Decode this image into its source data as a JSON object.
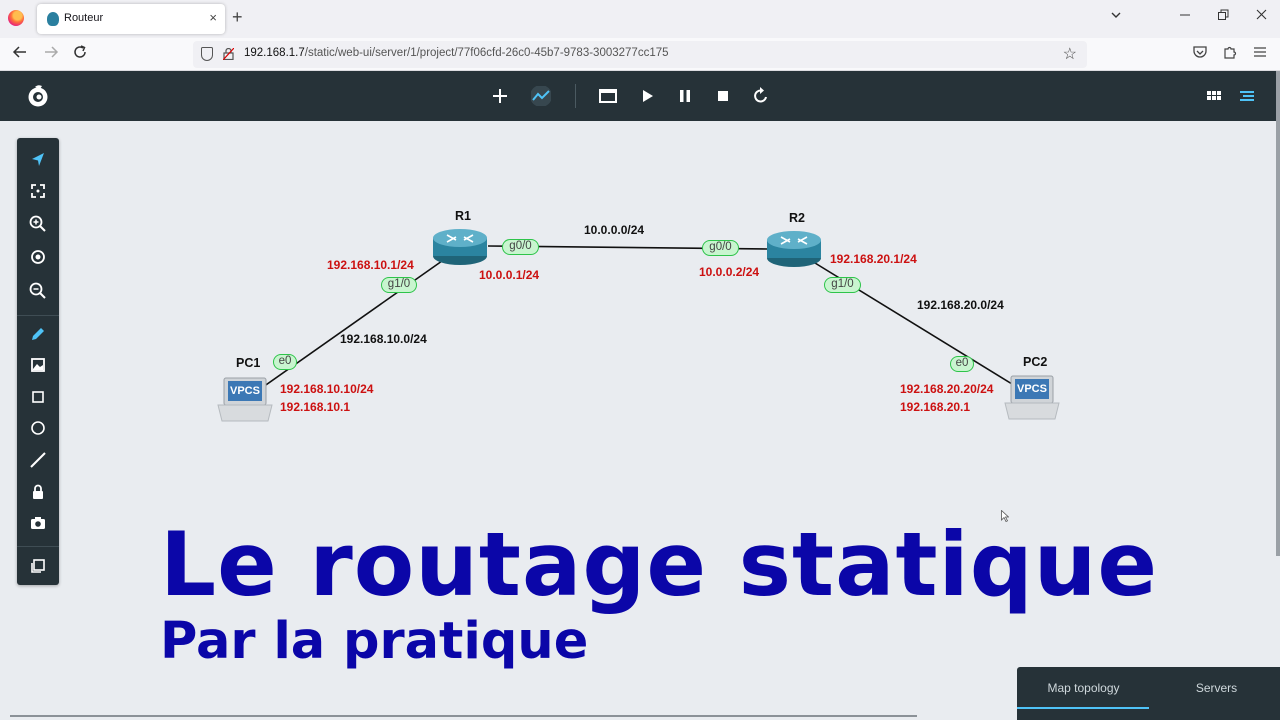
{
  "browser": {
    "tab_title": "Routeur",
    "tab_close": "×",
    "new_tab": "+",
    "url_host": "192.168.1.7",
    "url_path": "/static/web-ui/server/1/project/77f06cfd-26c0-45b7-9783-3003277cc175"
  },
  "topology": {
    "nodes": {
      "r1": "R1",
      "r2": "R2",
      "pc1": "PC1",
      "pc2": "PC2",
      "vpcs": "VPCS"
    },
    "interfaces": {
      "r1_g00": "g0/0",
      "r1_g10": "g1/0",
      "r2_g00": "g0/0",
      "r2_g10": "g1/0",
      "pc1_e0": "e0",
      "pc2_e0": "e0"
    },
    "addresses": {
      "r1_lan": "192.168.10.1/24",
      "r1_wan": "10.0.0.1/24",
      "r2_wan": "10.0.0.2/24",
      "r2_lan": "192.168.20.1/24",
      "pc1_ip": "192.168.10.10/24",
      "pc1_gw": "192.168.10.1",
      "pc2_ip": "192.168.20.20/24",
      "pc2_gw": "192.168.20.1"
    },
    "networks": {
      "wan": "10.0.0.0/24",
      "lan1": "192.168.10.0/24",
      "lan2": "192.168.20.0/24"
    }
  },
  "overlay": {
    "title": "Le routage statique",
    "subtitle": "Par la pratique"
  },
  "bottom_panel": {
    "tab_map": "Map topology",
    "tab_servers": "Servers"
  },
  "colors": {
    "toolbar_bg": "#263238",
    "accent": "#4fc3f7",
    "title_blue": "#0b06a8",
    "address_red": "#cc1111",
    "iface_green": "#2ec44a"
  },
  "icons": {
    "toolbar": [
      "plus-icon",
      "activity-chart-icon",
      "console-window-icon",
      "play-icon",
      "pause-icon",
      "stop-icon",
      "reload-icon",
      "grid-icon",
      "list-icon"
    ],
    "tools": [
      "pointer-icon",
      "fit-screen-icon",
      "zoom-in-icon",
      "reset-zoom-icon",
      "zoom-out-icon",
      "draw-icon",
      "image-icon",
      "rectangle-icon",
      "ellipse-icon",
      "line-icon",
      "lock-icon",
      "screenshot-icon",
      "layers-icon"
    ]
  }
}
